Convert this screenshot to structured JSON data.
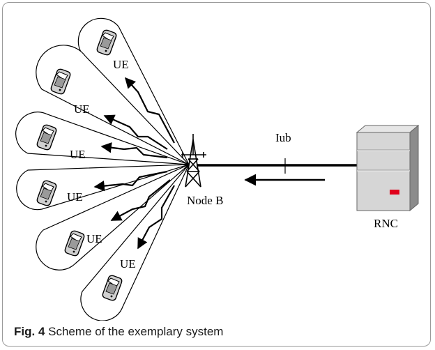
{
  "diagram": {
    "ue_label": "UE",
    "node_b_label": "Node B",
    "iub_label": "Iub",
    "rnc_label": "RNC"
  },
  "caption": {
    "figure_number": "Fig. 4",
    "text": "Scheme of the exemplary system"
  },
  "colors": {
    "border": "#9a9a9a",
    "line": "#000000",
    "server_body": "#d6d6d6",
    "server_dark": "#8c8c8c",
    "server_led": "#e0001b",
    "phone_body": "#cfcfcf"
  }
}
